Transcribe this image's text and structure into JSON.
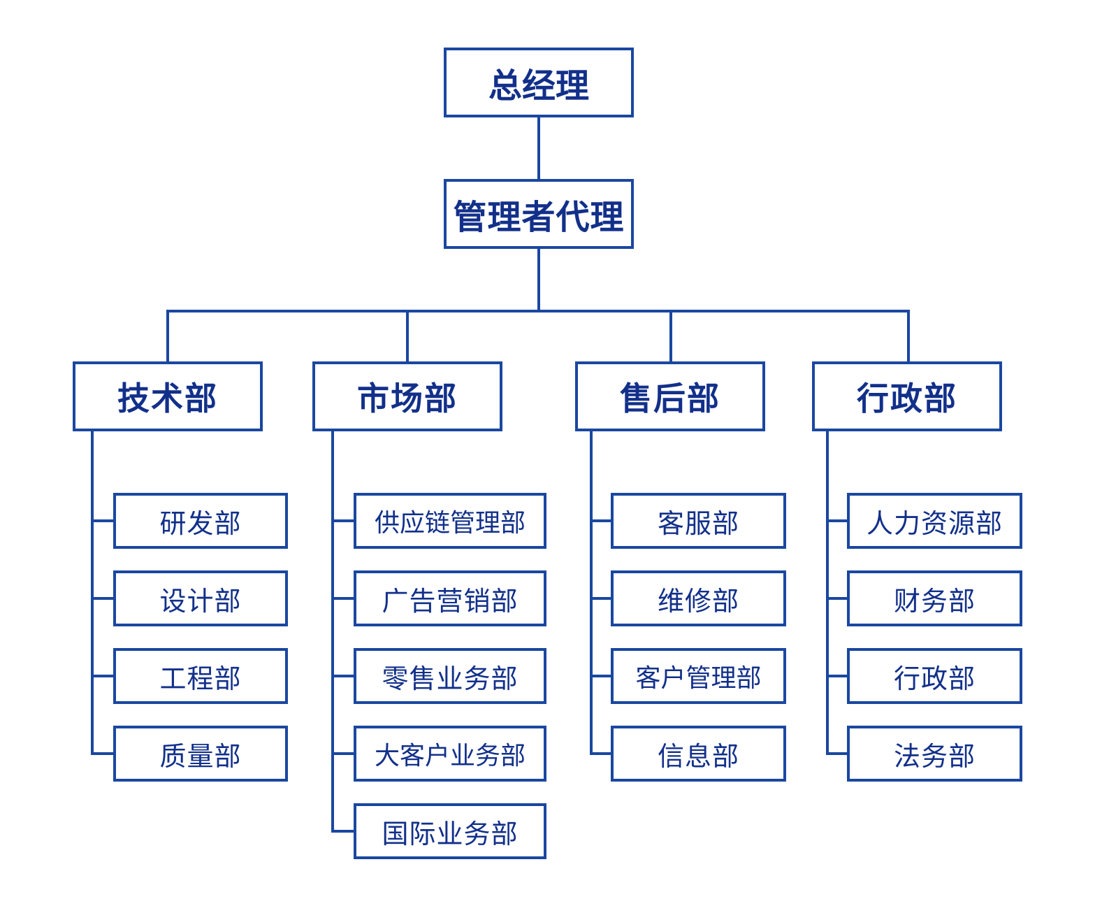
{
  "org_chart": {
    "root": {
      "label": "总经理"
    },
    "deputy": {
      "label": "管理者代理"
    },
    "departments": [
      {
        "label": "技术部",
        "children": [
          "研发部",
          "设计部",
          "工程部",
          "质量部"
        ]
      },
      {
        "label": "市场部",
        "children": [
          "供应链管理部",
          "广告营销部",
          "零售业务部",
          "大客户业务部",
          "国际业务部"
        ]
      },
      {
        "label": "售后部",
        "children": [
          "客服部",
          "维修部",
          "客户管理部",
          "信息部"
        ]
      },
      {
        "label": "行政部",
        "children": [
          "人力资源部",
          "财务部",
          "行政部",
          "法务部"
        ]
      }
    ]
  },
  "colors": {
    "line": "#1a47a0",
    "text": "#12308a",
    "background": "#ffffff"
  }
}
